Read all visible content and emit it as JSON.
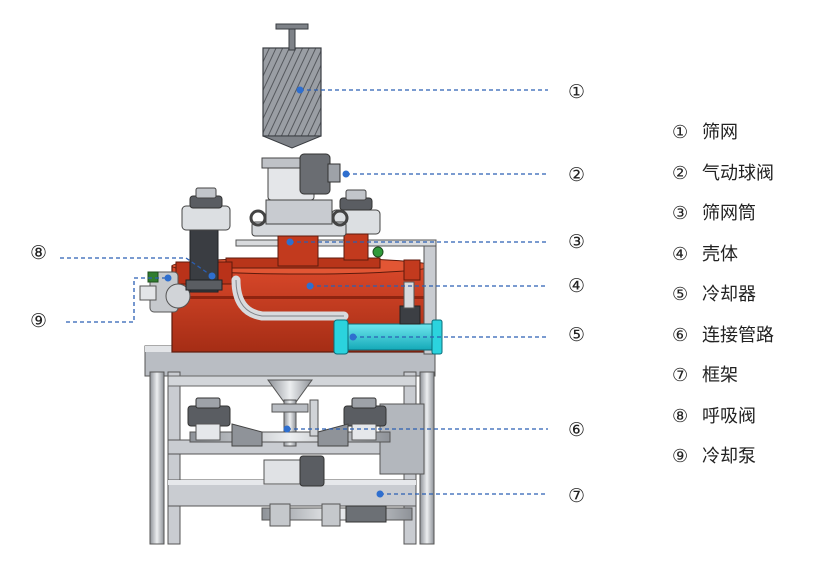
{
  "callouts": [
    {
      "num": "①",
      "label": "筛网"
    },
    {
      "num": "②",
      "label": "气动球阀"
    },
    {
      "num": "③",
      "label": "筛网筒"
    },
    {
      "num": "④",
      "label": "壳体"
    },
    {
      "num": "⑤",
      "label": "冷却器"
    },
    {
      "num": "⑥",
      "label": "连接管路"
    },
    {
      "num": "⑦",
      "label": "框架"
    },
    {
      "num": "⑧",
      "label": "呼吸阀"
    },
    {
      "num": "⑨",
      "label": "冷却泵"
    }
  ],
  "colors": {
    "leader": "#2b5fb3",
    "dot": "#2f6fcf",
    "housing": "#c23a1e",
    "frame": "#c9ccd1",
    "cooler": "#27c9d6",
    "steel": "#d6d8dc",
    "dark": "#4a4d52"
  }
}
